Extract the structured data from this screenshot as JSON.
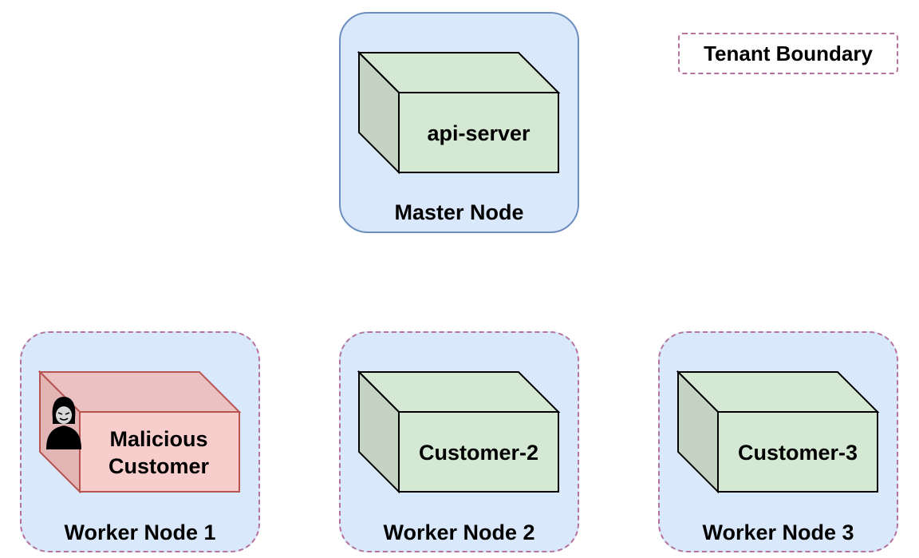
{
  "legend": {
    "label": "Tenant Boundary"
  },
  "master": {
    "label": "Master Node",
    "box_label": "api-server"
  },
  "workers": [
    {
      "label": "Worker Node 1",
      "box_label_line1": "Malicious",
      "box_label_line2": "Customer",
      "icon": "hacker-icon"
    },
    {
      "label": "Worker Node 2",
      "box_label": "Customer-2"
    },
    {
      "label": "Worker Node 3",
      "box_label": "Customer-3"
    }
  ],
  "colors": {
    "node_fill": "#dae8fc",
    "master_border": "#6c8ebf",
    "boundary_border": "#b5739d",
    "box_front": "#d5e8d4",
    "box_side": "#c4d3c4",
    "malicious_front": "#f8cecc",
    "malicious_side": "#e9bcbc"
  }
}
